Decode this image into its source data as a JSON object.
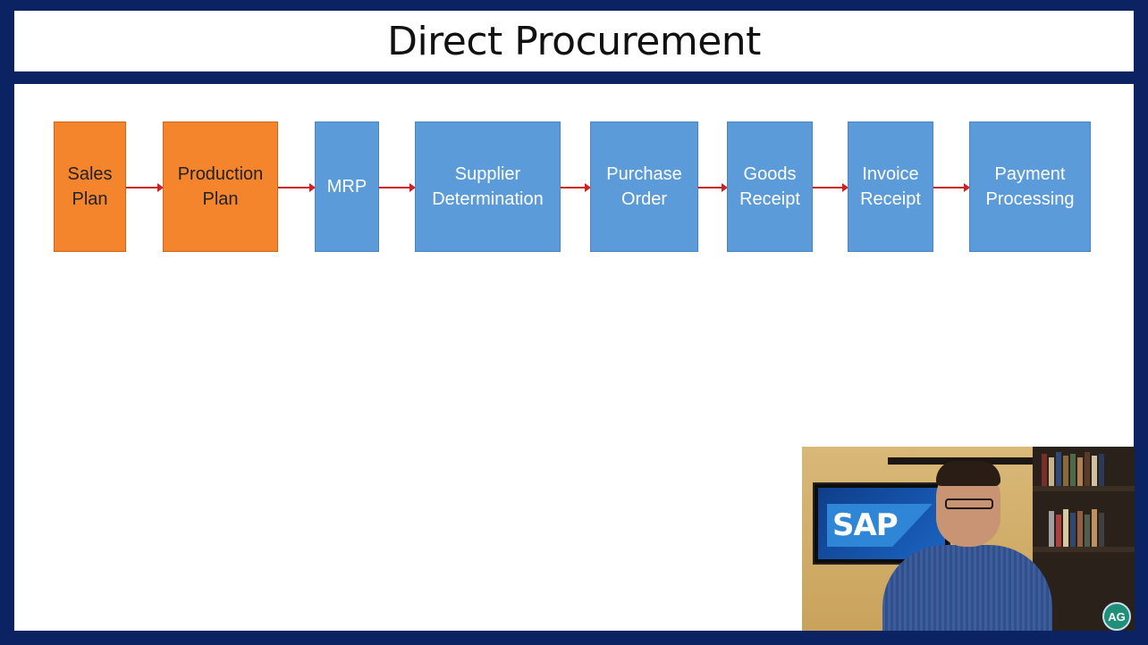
{
  "title": "Direct Procurement",
  "steps": [
    {
      "line1": "Sales",
      "line2": "Plan",
      "color": "#f5852d"
    },
    {
      "line1": "Production",
      "line2": "Plan",
      "color": "#f5852d"
    },
    {
      "line1": "MRP",
      "line2": "",
      "color": "#5b9bd9"
    },
    {
      "line1": "Supplier",
      "line2": "Determination",
      "color": "#5b9bd9"
    },
    {
      "line1": "Purchase",
      "line2": "Order",
      "color": "#5b9bd9"
    },
    {
      "line1": "Goods",
      "line2": "Receipt",
      "color": "#5b9bd9"
    },
    {
      "line1": "Invoice",
      "line2": "Receipt",
      "color": "#5b9bd9"
    },
    {
      "line1": "Payment",
      "line2": "Processing",
      "color": "#5b9bd9"
    }
  ],
  "video": {
    "tv_logo": "SAP",
    "badge": "AG"
  },
  "colors": {
    "frame": "#0b2263",
    "arrow": "#d12020"
  }
}
